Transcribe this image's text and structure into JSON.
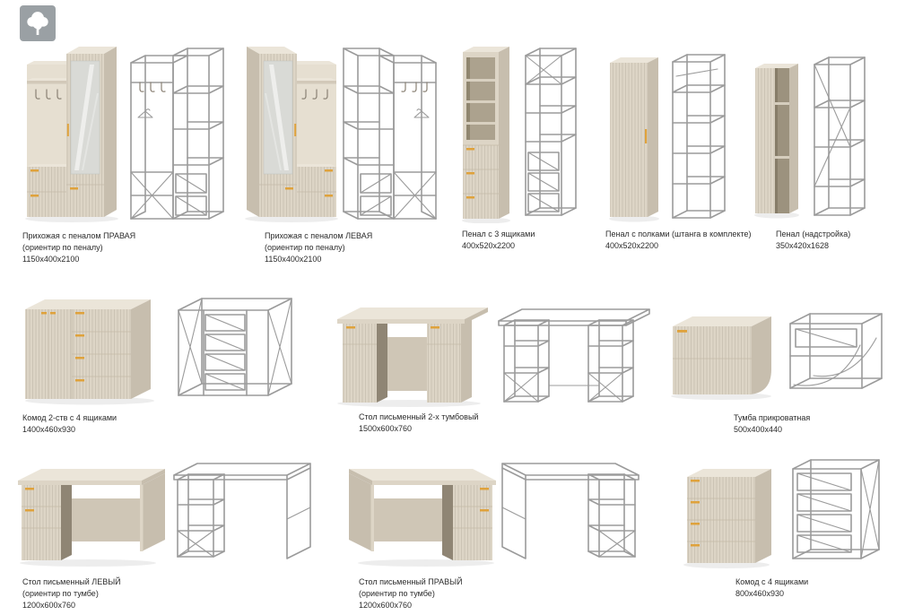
{
  "logo": {
    "icon": "tree-icon"
  },
  "colors": {
    "background": "#ffffff",
    "solid_front": "#ddd5c6",
    "solid_top": "#ebe5d9",
    "solid_side": "#c7beae",
    "wireframe": "#9b9b9b",
    "handle_accent": "#dfa23c",
    "label_text": "#2b2b2b"
  },
  "items": [
    {
      "title": "Прихожая с пеналом ПРАВАЯ",
      "subtitle": "(ориентир по пеналу)",
      "dimensions": "1150x400x2100"
    },
    {
      "title": "Прихожая с пеналом ЛЕВАЯ",
      "subtitle": "(ориентир по пеналу)",
      "dimensions": "1150x400x2100"
    },
    {
      "title": "Пенал с 3 ящиками",
      "subtitle": "",
      "dimensions": "400x520x2200"
    },
    {
      "title": "Пенал с полками (штанга в комплекте)",
      "subtitle": "",
      "dimensions": "400x520x2200"
    },
    {
      "title": "Пенал (надстройка)",
      "subtitle": "",
      "dimensions": "350x420x1628"
    },
    {
      "title": "Комод 2-ств с 4 ящиками",
      "subtitle": "",
      "dimensions": "1400x460x930"
    },
    {
      "title": "Стол письменный 2-х тумбовый",
      "subtitle": "",
      "dimensions": "1500x600x760"
    },
    {
      "title": "Тумба прикроватная",
      "subtitle": "",
      "dimensions": "500x400x440"
    },
    {
      "title": "Стол письменный ЛЕВЫЙ",
      "subtitle": "(ориентир по тумбе)",
      "dimensions": "1200x600x760"
    },
    {
      "title": "Стол письменный ПРАВЫЙ",
      "subtitle": "(ориентир по тумбе)",
      "dimensions": "1200x600x760"
    },
    {
      "title": "Комод с 4 ящиками",
      "subtitle": "",
      "dimensions": "800x460x930"
    }
  ]
}
